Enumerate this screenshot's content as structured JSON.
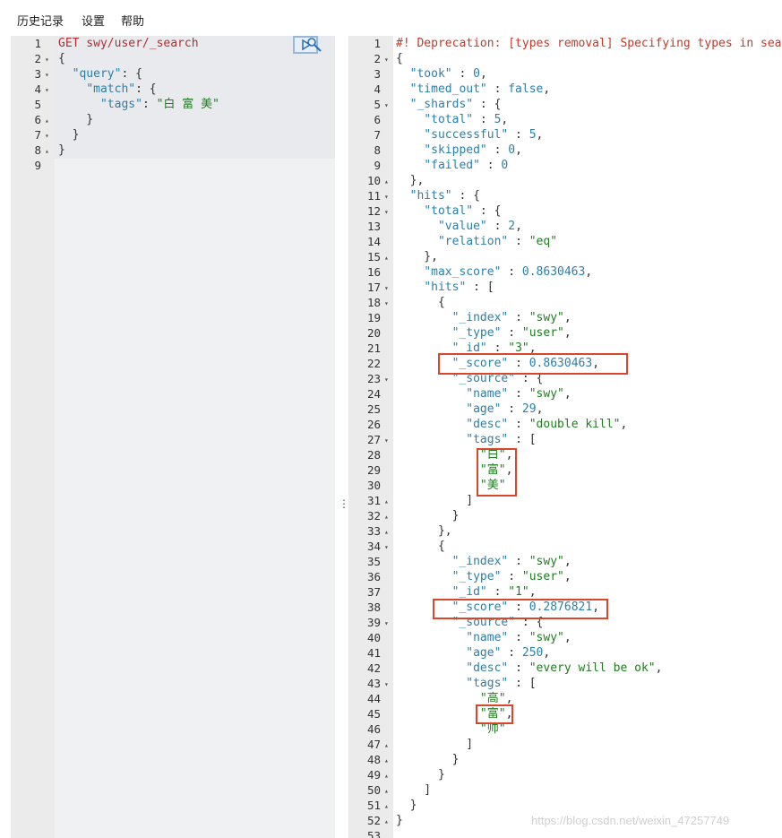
{
  "menu": {
    "history": "历史记录",
    "settings": "设置",
    "help": "帮助"
  },
  "request": {
    "lines": [
      {
        "n": "1",
        "fold": "",
        "text": "GET swy/user/_search",
        "cls": "m"
      },
      {
        "n": "2",
        "fold": "▾",
        "text": "{",
        "cls": ""
      },
      {
        "n": "3",
        "fold": "▾",
        "text": "  \"query\": {",
        "cls": ""
      },
      {
        "n": "4",
        "fold": "▾",
        "text": "    \"match\": {",
        "cls": ""
      },
      {
        "n": "5",
        "fold": "",
        "text": "      \"tags\": \"白 富 美\"",
        "cls": ""
      },
      {
        "n": "6",
        "fold": "▴",
        "text": "    }",
        "cls": ""
      },
      {
        "n": "7",
        "fold": "▾",
        "text": "  }",
        "cls": ""
      },
      {
        "n": "8",
        "fold": "▴",
        "text": "}",
        "cls": ""
      },
      {
        "n": "9",
        "fold": "",
        "text": "",
        "cls": ""
      }
    ]
  },
  "response": {
    "lines": [
      {
        "n": "1",
        "fold": "",
        "text": "#! Deprecation: [types removal] Specifying types in search requests is deprecated."
      },
      {
        "n": "2",
        "fold": "▾",
        "text": "{"
      },
      {
        "n": "3",
        "fold": "",
        "text": "  \"took\" : 0,"
      },
      {
        "n": "4",
        "fold": "",
        "text": "  \"timed_out\" : false,"
      },
      {
        "n": "5",
        "fold": "▾",
        "text": "  \"_shards\" : {"
      },
      {
        "n": "6",
        "fold": "",
        "text": "    \"total\" : 5,"
      },
      {
        "n": "7",
        "fold": "",
        "text": "    \"successful\" : 5,"
      },
      {
        "n": "8",
        "fold": "",
        "text": "    \"skipped\" : 0,"
      },
      {
        "n": "9",
        "fold": "",
        "text": "    \"failed\" : 0"
      },
      {
        "n": "10",
        "fold": "▴",
        "text": "  },"
      },
      {
        "n": "11",
        "fold": "▾",
        "text": "  \"hits\" : {"
      },
      {
        "n": "12",
        "fold": "▾",
        "text": "    \"total\" : {"
      },
      {
        "n": "13",
        "fold": "",
        "text": "      \"value\" : 2,"
      },
      {
        "n": "14",
        "fold": "",
        "text": "      \"relation\" : \"eq\""
      },
      {
        "n": "15",
        "fold": "▴",
        "text": "    },"
      },
      {
        "n": "16",
        "fold": "",
        "text": "    \"max_score\" : 0.8630463,"
      },
      {
        "n": "17",
        "fold": "▾",
        "text": "    \"hits\" : ["
      },
      {
        "n": "18",
        "fold": "▾",
        "text": "      {"
      },
      {
        "n": "19",
        "fold": "",
        "text": "        \"_index\" : \"swy\","
      },
      {
        "n": "20",
        "fold": "",
        "text": "        \"_type\" : \"user\","
      },
      {
        "n": "21",
        "fold": "",
        "text": "        \"_id\" : \"3\","
      },
      {
        "n": "22",
        "fold": "",
        "text": "        \"_score\" : 0.8630463,"
      },
      {
        "n": "23",
        "fold": "▾",
        "text": "        \"_source\" : {"
      },
      {
        "n": "24",
        "fold": "",
        "text": "          \"name\" : \"swy\","
      },
      {
        "n": "25",
        "fold": "",
        "text": "          \"age\" : 29,"
      },
      {
        "n": "26",
        "fold": "",
        "text": "          \"desc\" : \"double kill\","
      },
      {
        "n": "27",
        "fold": "▾",
        "text": "          \"tags\" : ["
      },
      {
        "n": "28",
        "fold": "",
        "text": "            \"白\","
      },
      {
        "n": "29",
        "fold": "",
        "text": "            \"富\","
      },
      {
        "n": "30",
        "fold": "",
        "text": "            \"美\""
      },
      {
        "n": "31",
        "fold": "▴",
        "text": "          ]"
      },
      {
        "n": "32",
        "fold": "▴",
        "text": "        }"
      },
      {
        "n": "33",
        "fold": "▴",
        "text": "      },"
      },
      {
        "n": "34",
        "fold": "▾",
        "text": "      {"
      },
      {
        "n": "35",
        "fold": "",
        "text": "        \"_index\" : \"swy\","
      },
      {
        "n": "36",
        "fold": "",
        "text": "        \"_type\" : \"user\","
      },
      {
        "n": "37",
        "fold": "",
        "text": "        \"_id\" : \"1\","
      },
      {
        "n": "38",
        "fold": "",
        "text": "        \"_score\" : 0.2876821,"
      },
      {
        "n": "39",
        "fold": "▾",
        "text": "        \"_source\" : {"
      },
      {
        "n": "40",
        "fold": "",
        "text": "          \"name\" : \"swy\","
      },
      {
        "n": "41",
        "fold": "",
        "text": "          \"age\" : 250,"
      },
      {
        "n": "42",
        "fold": "",
        "text": "          \"desc\" : \"every will be ok\","
      },
      {
        "n": "43",
        "fold": "▾",
        "text": "          \"tags\" : ["
      },
      {
        "n": "44",
        "fold": "",
        "text": "            \"高\","
      },
      {
        "n": "45",
        "fold": "",
        "text": "            \"富\","
      },
      {
        "n": "46",
        "fold": "",
        "text": "            \"帅\""
      },
      {
        "n": "47",
        "fold": "▴",
        "text": "          ]"
      },
      {
        "n": "48",
        "fold": "▴",
        "text": "        }"
      },
      {
        "n": "49",
        "fold": "▴",
        "text": "      }"
      },
      {
        "n": "50",
        "fold": "▴",
        "text": "    ]"
      },
      {
        "n": "51",
        "fold": "▴",
        "text": "  }"
      },
      {
        "n": "52",
        "fold": "▴",
        "text": "}"
      },
      {
        "n": "53",
        "fold": "",
        "text": ""
      }
    ]
  },
  "watermark": "https://blog.csdn.net/weixin_47257749",
  "icons": {
    "run": "play-icon",
    "settings": "wrench-icon",
    "splitter": "vertical-ellipsis-icon"
  },
  "colors": {
    "highlight_box": "#d9472b",
    "deprecation": "#c0392b",
    "string": "#1f7d1f",
    "key": "#2c7fa8"
  }
}
